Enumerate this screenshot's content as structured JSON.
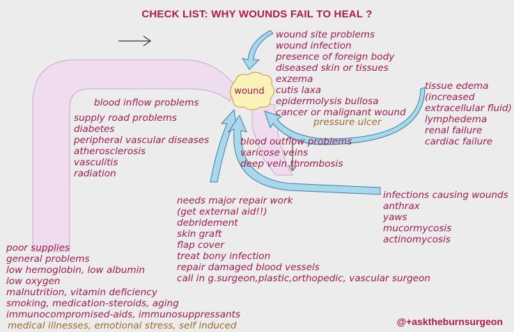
{
  "title": "CHECK LIST: WHY WOUNDS FAIL TO HEAL ?",
  "center_label": "wound",
  "credit": "@+asktheburnsurgeon",
  "colors": {
    "text": "#9e1a4e",
    "subtext": "#9a6a28",
    "flow_band": "#efdcef",
    "arrow_fill": "#a9d8ea",
    "arrow_stroke": "#3a7fa8",
    "wound_fill": "#fbf2b8"
  },
  "wound_site": {
    "items": [
      "wound site problems",
      "wound infection",
      "presence of foreign body",
      "diseased skin or tissues",
      "exzema",
      "cutis laxa",
      "epidermolysis bullosa",
      "cancer or malignant wound"
    ],
    "sub": "pressure ulcer"
  },
  "tissue_edema": {
    "items": [
      "tissue edema",
      "(increased",
      "extracellular fluid)",
      "lymphedema",
      "renal failure",
      "cardiac failure"
    ]
  },
  "blood_inflow": {
    "items": [
      "blood inflow problems"
    ]
  },
  "supply_road": {
    "items": [
      "supply road problems",
      "diabetes",
      "peripheral vascular diseases",
      "atherosclerosis",
      "vasculitis",
      "radiation"
    ]
  },
  "blood_outflow": {
    "items": [
      "blood outflow problems",
      "varicose veins",
      "deep vein thrombosis"
    ]
  },
  "infections": {
    "items": [
      "infections causing wounds",
      "anthrax",
      "yaws",
      "mucormycosis",
      "actinomycosis"
    ]
  },
  "repair": {
    "items": [
      "needs major repair work",
      "(get external aid!!)",
      "debridement",
      "skin graft",
      "flap cover",
      "treat bony infection",
      "repair damaged blood vessels",
      "call in g.surgeon,plastic,orthopedic, vascular surgeon"
    ]
  },
  "general": {
    "items": [
      "poor supplies",
      "general problems",
      "low hemoglobin, low albumin",
      "low oxygen",
      "malnutrition, vitamin deficiency",
      "smoking, medication-steroids, aging",
      "immunocompromised-aids, immunosuppressants"
    ],
    "sub": "medical illnesses, emotional stress, self induced"
  }
}
